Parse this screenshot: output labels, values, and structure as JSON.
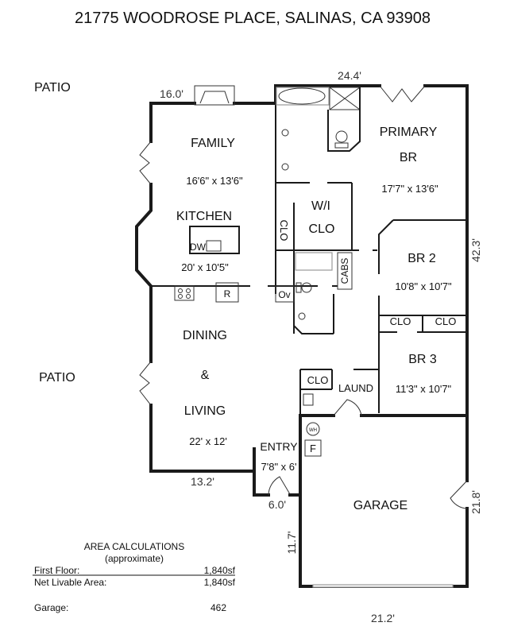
{
  "title": "21775 WOODROSE PLACE, SALINAS, CA   93908",
  "patios": [
    "PATIO",
    "PATIO"
  ],
  "measurements": {
    "top_left": "16.0'",
    "top_right": "24.4'",
    "right_side": "42.3'",
    "living_bottom": "13.2'",
    "entry_bottom": "6.0'",
    "garage_left": "11.7'",
    "garage_right": "21.8'",
    "garage_bottom": "21.2'"
  },
  "rooms": {
    "family": {
      "name": "FAMILY",
      "size": "16'6\" x 13'6\""
    },
    "kitchen": {
      "name": "KITCHEN",
      "size": "20' x 10'5\""
    },
    "primary": {
      "name1": "PRIMARY",
      "name2": "BR",
      "size": "17'7\" x 13'6\""
    },
    "wic": {
      "name1": "W/I",
      "name2": "CLO"
    },
    "br2": {
      "name": "BR 2",
      "size": "10'8\" x 10'7\""
    },
    "br3": {
      "name": "BR 3",
      "size": "11'3\" x 10'7\""
    },
    "dining": {
      "name1": "DINING",
      "amp": "&",
      "name2": "LIVING",
      "size": "22' x 12'"
    },
    "entry": {
      "name": "ENTRY",
      "size": "7'8\" x 6'"
    },
    "laundry": {
      "name": "LAUND"
    },
    "garage": {
      "name": "GARAGE"
    }
  },
  "fixtures": {
    "dw": "DW",
    "r": "R",
    "ov": "Ov",
    "cabs": "CABS",
    "clo": "CLO",
    "wh": "WH",
    "f": "F"
  },
  "area": {
    "heading": "AREA CALCULATIONS",
    "sub": "(approximate)",
    "rows": [
      {
        "label": "First  Floor:",
        "value": "1,840sf"
      },
      {
        "label": "Net Livable Area:",
        "value": "1,840sf"
      },
      {
        "label": "Garage:",
        "value": "462"
      }
    ]
  }
}
